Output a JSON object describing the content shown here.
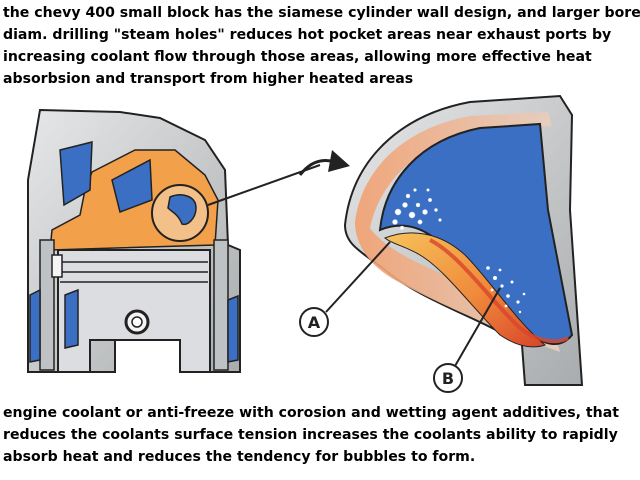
{
  "caption_top": {
    "line1": "the chevy 400 small block has the siamese cylinder wall design, and larger bore",
    "line2": "diam. drilling \"steam holes\" reduces hot pocket areas near exhaust ports by",
    "line3": "increasing coolant flow through those areas, allowing more effective heat",
    "line4": "absorbsion and transport from higher heated areas"
  },
  "caption_bottom": {
    "line1": "engine coolant or anti-freeze with corosion and wetting agent additives, that",
    "line2": "reduces the coolants surface tension increases the coolants ability to rapidly",
    "line3": "absorb heat and reduces the tendency for bubbles to form."
  },
  "labels": {
    "a": "A",
    "b": "B"
  },
  "colors": {
    "coolant_blue": "#3a6fc4",
    "metal_gray": "#c8cacc",
    "hot_orange": "#f08a3c",
    "warm_yellow": "#f6c25a",
    "hot_red": "#d8452a",
    "outline": "#222222"
  }
}
